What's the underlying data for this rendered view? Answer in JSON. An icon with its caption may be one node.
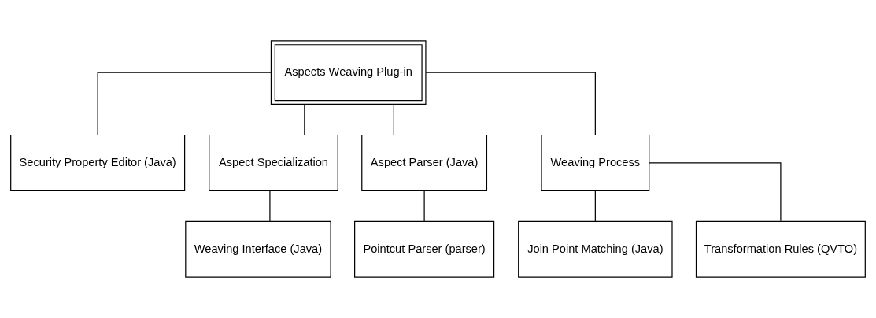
{
  "diagram": {
    "nodes": [
      {
        "text": [
          "Aspects Weaving Plug-in"
        ]
      },
      {
        "text": [
          "Security Property Editor (Java)"
        ]
      },
      {
        "text": [
          "Aspect Specialization"
        ]
      },
      {
        "text": [
          "Aspect Parser (Java)"
        ]
      },
      {
        "text": [
          "Weaving Process"
        ]
      },
      {
        "text": [
          "Weaving Interface (Java)"
        ]
      },
      {
        "text": [
          "Pointcut Parser (parser)"
        ]
      },
      {
        "text": [
          "Join Point Matching (Java)"
        ]
      },
      {
        "text": [
          "Transformation Rules (QVTO)"
        ]
      }
    ],
    "edges": [
      {
        "from": 0,
        "to": 1,
        "arrow": "none"
      },
      {
        "from": 0,
        "to": 2,
        "arrow": "none"
      },
      {
        "from": 0,
        "to": 3,
        "arrow": "none"
      },
      {
        "from": 0,
        "to": 4,
        "arrow": "none"
      },
      {
        "from": 2,
        "to": 5,
        "arrow": "none"
      },
      {
        "from": 3,
        "to": 6,
        "arrow": "none"
      },
      {
        "from": 4,
        "to": 7,
        "arrow": "none"
      },
      {
        "from": 4,
        "to": 8,
        "arrow": "none"
      }
    ]
  }
}
